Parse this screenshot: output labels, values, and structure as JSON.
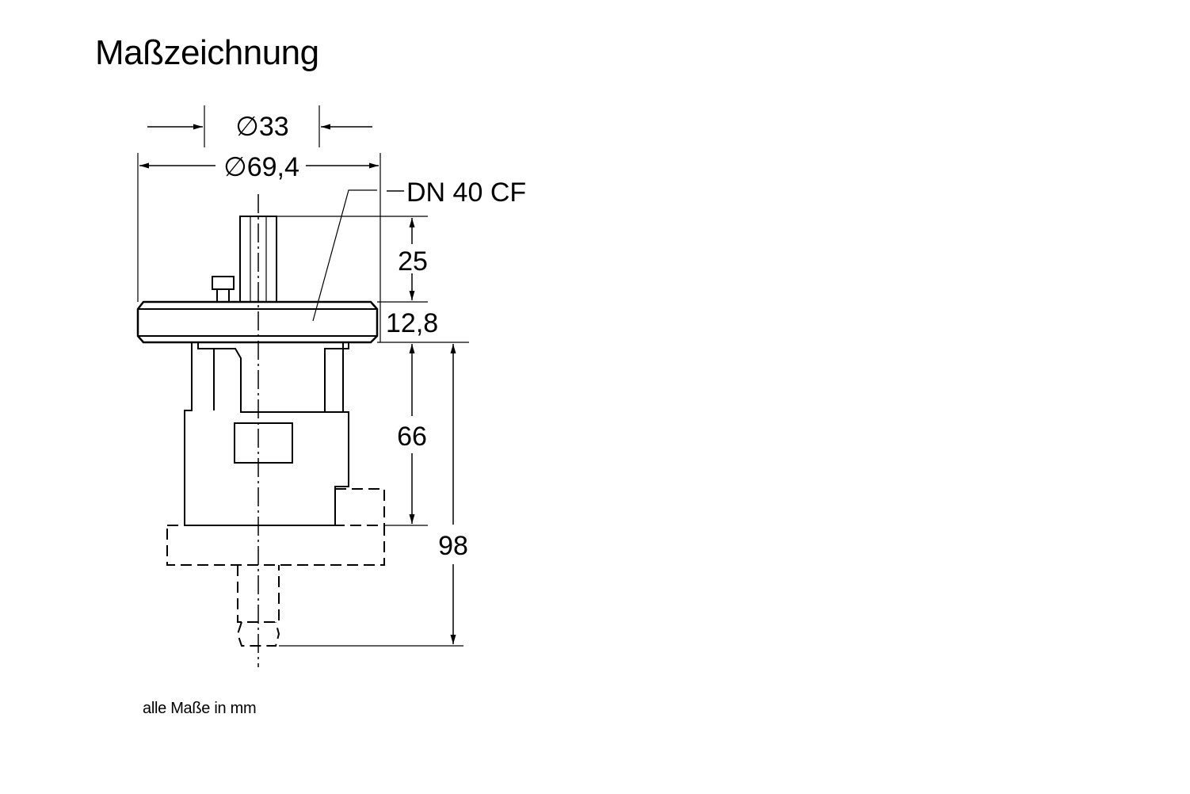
{
  "title": "Maßzeichnung",
  "footnote": "alle Maße in mm",
  "dimensions": {
    "inner_diameter": "∅33",
    "flange_diameter": "∅69,4",
    "flange_label": "DN 40 CF",
    "top_height": "25",
    "flange_thickness": "12,8",
    "body_height": "66",
    "total_height": "98"
  }
}
